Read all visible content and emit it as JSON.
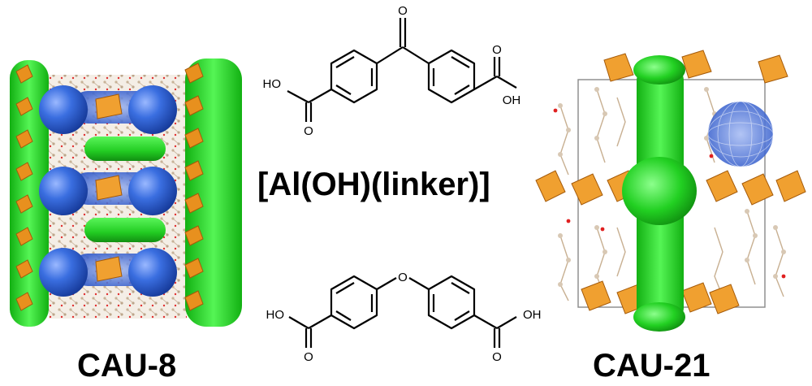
{
  "left_structure": {
    "label": "CAU-8"
  },
  "right_structure": {
    "label": "CAU-21"
  },
  "formula": "[Al(OH)(linker)]",
  "linker_top": {
    "bridge_atom": "O",
    "left_acid": "HO",
    "left_carbonyl": "O",
    "right_carbonyl": "O",
    "right_acid": "OH"
  },
  "linker_bottom": {
    "bridge_atom": "O",
    "left_acid": "HO",
    "left_carbonyl": "O",
    "right_carbonyl": "O",
    "right_acid": "OH"
  },
  "colors": {
    "channel_green": "#22dd22",
    "cage_blue": "#2f5fd6",
    "polyhedra_orange": "#f0a030",
    "oxygen_red": "#e02020"
  }
}
